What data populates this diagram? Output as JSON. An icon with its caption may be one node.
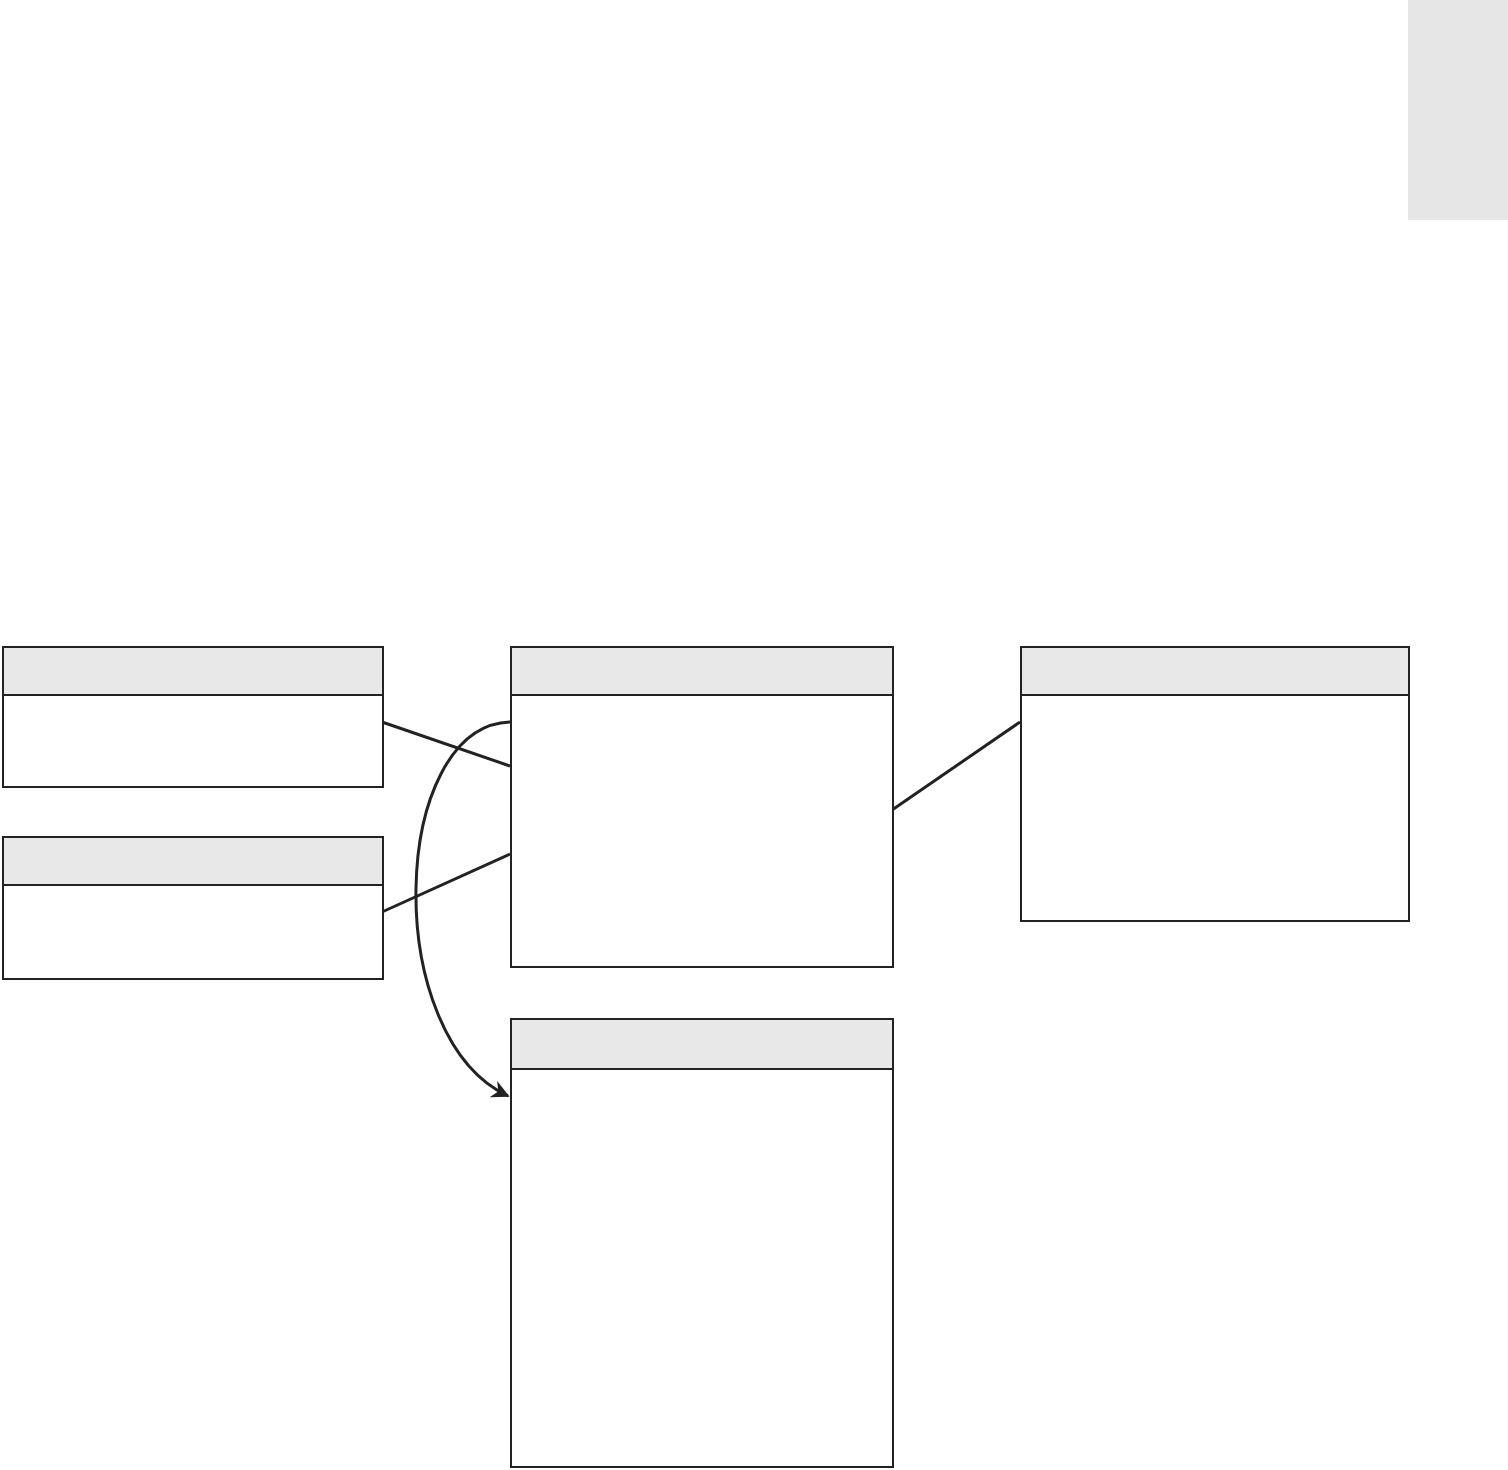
{
  "diagram": {
    "nodes": [
      {
        "text": [],
        "shape": "bar"
      },
      {
        "text": [],
        "shape": "box"
      },
      {
        "text": [],
        "shape": "box"
      },
      {
        "text": [],
        "shape": "box"
      },
      {
        "text": [],
        "shape": "box"
      },
      {
        "text": [],
        "shape": "box"
      }
    ],
    "edges": [
      {
        "from": 1,
        "to": 2,
        "arrow": "none"
      },
      {
        "from": 4,
        "to": 2,
        "arrow": "none"
      },
      {
        "from": 2,
        "to": 3,
        "arrow": "none"
      },
      {
        "from": 2,
        "to": 5,
        "arrow": "to"
      }
    ]
  }
}
